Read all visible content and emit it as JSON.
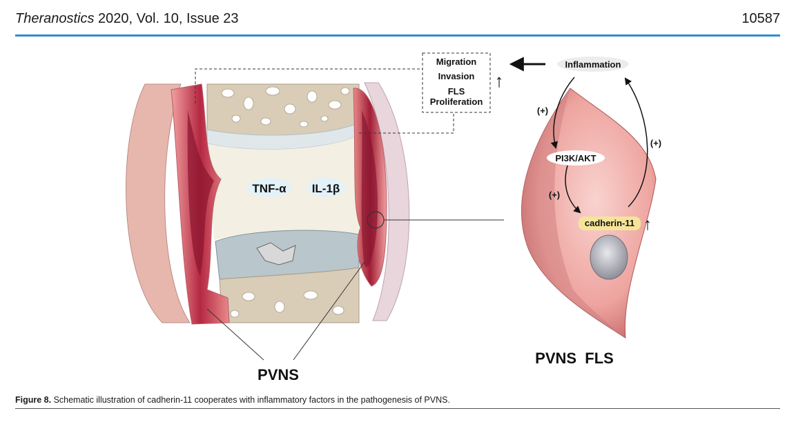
{
  "header": {
    "journal_name": "Theranostics",
    "journal_info": " 2020, Vol. 10, Issue 23",
    "page_number": "10587"
  },
  "figure": {
    "box_lines": [
      "Migration",
      "Invasion",
      "FLS",
      "Proliferation"
    ],
    "up_arrow": "↑",
    "inflammation": "Inflammation",
    "plus_1": "(+)",
    "plus_2": "(+)",
    "plus_3": "(+)",
    "pi3k": "PI3K/AKT",
    "cadherin": "cadherin-11",
    "tnf": "TNF-α",
    "il1b": "IL-1β",
    "pvns": "PVNS",
    "pvns_fls": "PVNS  FLS"
  },
  "caption": {
    "label": "Figure 8.",
    "text": " Schematic illustration of cadherin-11 cooperates with inflammatory factors in the pathogenesis of PVNS."
  },
  "colors": {
    "accent_rule": "#2b8fd1",
    "synovium": "#e98a8a",
    "synovium_dark": "#a01e36",
    "bone": "#d9cdb8",
    "cartilage": "#dfe7ea",
    "cell": "#f0a7a3",
    "cadherin_highlight": "#f6e49a"
  }
}
